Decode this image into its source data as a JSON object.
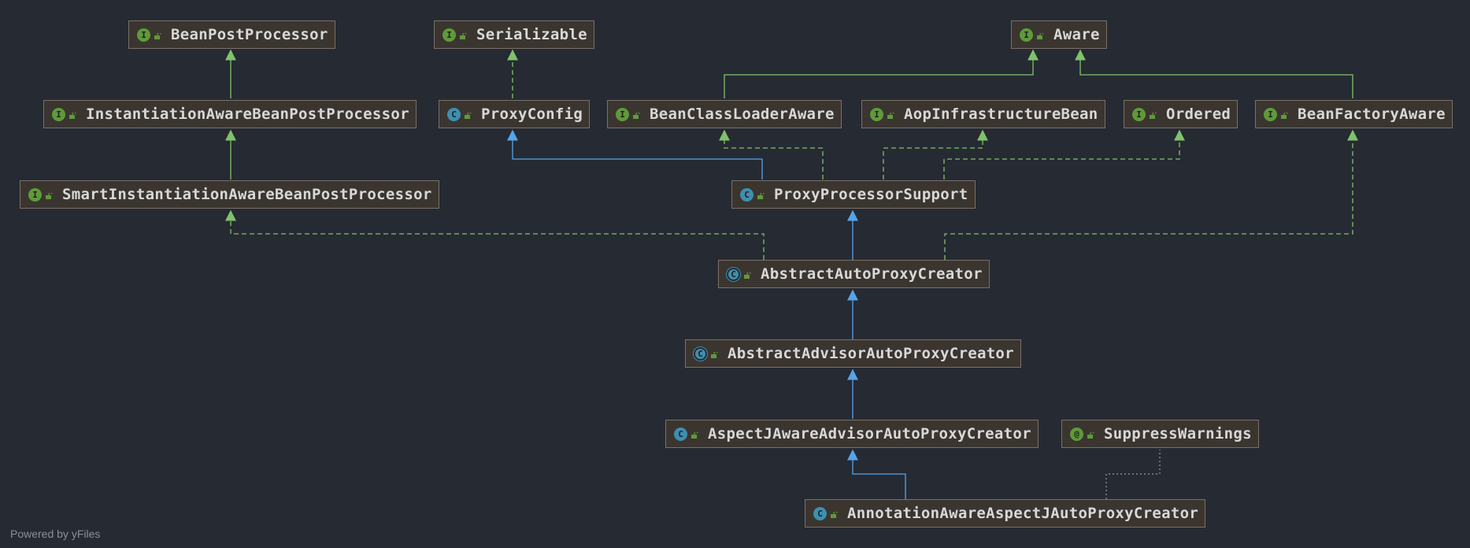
{
  "diagram": {
    "nodes": {
      "bpp": {
        "label": "BeanPostProcessor",
        "kind": "interface"
      },
      "ser": {
        "label": "Serializable",
        "kind": "interface"
      },
      "aware": {
        "label": "Aware",
        "kind": "interface"
      },
      "iabpp": {
        "label": "InstantiationAwareBeanPostProcessor",
        "kind": "interface"
      },
      "pc": {
        "label": "ProxyConfig",
        "kind": "class"
      },
      "bcla": {
        "label": "BeanClassLoaderAware",
        "kind": "interface"
      },
      "aib": {
        "label": "AopInfrastructureBean",
        "kind": "interface"
      },
      "ord": {
        "label": "Ordered",
        "kind": "interface"
      },
      "bfa": {
        "label": "BeanFactoryAware",
        "kind": "interface"
      },
      "siabpp": {
        "label": "SmartInstantiationAwareBeanPostProcessor",
        "kind": "interface"
      },
      "pps": {
        "label": "ProxyProcessorSupport",
        "kind": "class"
      },
      "aapc": {
        "label": "AbstractAutoProxyCreator",
        "kind": "abstract-class"
      },
      "aaapc": {
        "label": "AbstractAdvisorAutoProxyCreator",
        "kind": "abstract-class"
      },
      "ajaapc": {
        "label": "AspectJAwareAdvisorAutoProxyCreator",
        "kind": "class"
      },
      "sw": {
        "label": "SuppressWarnings",
        "kind": "annotation"
      },
      "aaajapc": {
        "label": "AnnotationAwareAspectJAutoProxyCreator",
        "kind": "class"
      }
    },
    "edges": [
      {
        "from": "iabpp",
        "to": "bpp",
        "type": "extends-interface"
      },
      {
        "from": "siabpp",
        "to": "iabpp",
        "type": "extends-interface"
      },
      {
        "from": "pc",
        "to": "ser",
        "type": "implements"
      },
      {
        "from": "bcla",
        "to": "aware",
        "type": "extends-interface"
      },
      {
        "from": "bfa",
        "to": "aware",
        "type": "extends-interface"
      },
      {
        "from": "pps",
        "to": "pc",
        "type": "extends-class"
      },
      {
        "from": "pps",
        "to": "bcla",
        "type": "implements"
      },
      {
        "from": "pps",
        "to": "aib",
        "type": "implements"
      },
      {
        "from": "pps",
        "to": "ord",
        "type": "implements"
      },
      {
        "from": "aapc",
        "to": "pps",
        "type": "extends-class"
      },
      {
        "from": "aapc",
        "to": "siabpp",
        "type": "implements"
      },
      {
        "from": "aapc",
        "to": "bfa",
        "type": "implements"
      },
      {
        "from": "aaapc",
        "to": "aapc",
        "type": "extends-class"
      },
      {
        "from": "ajaapc",
        "to": "aaapc",
        "type": "extends-class"
      },
      {
        "from": "aaajapc",
        "to": "ajaapc",
        "type": "extends-class"
      },
      {
        "from": "aaajapc",
        "to": "sw",
        "type": "annotated-with"
      }
    ]
  },
  "kind_letters": {
    "interface": "I",
    "class": "C",
    "abstract-class": "C",
    "annotation": "@"
  },
  "colors": {
    "background": "#262a33",
    "node_fill": "#3b3530",
    "node_border": "#7a7068",
    "interface_edge": "#7fc26a",
    "class_edge": "#56a4e8",
    "annotation_edge": "#9a9a9a",
    "text": "#d8d8d8"
  },
  "footer": {
    "text": "Powered by yFiles"
  }
}
